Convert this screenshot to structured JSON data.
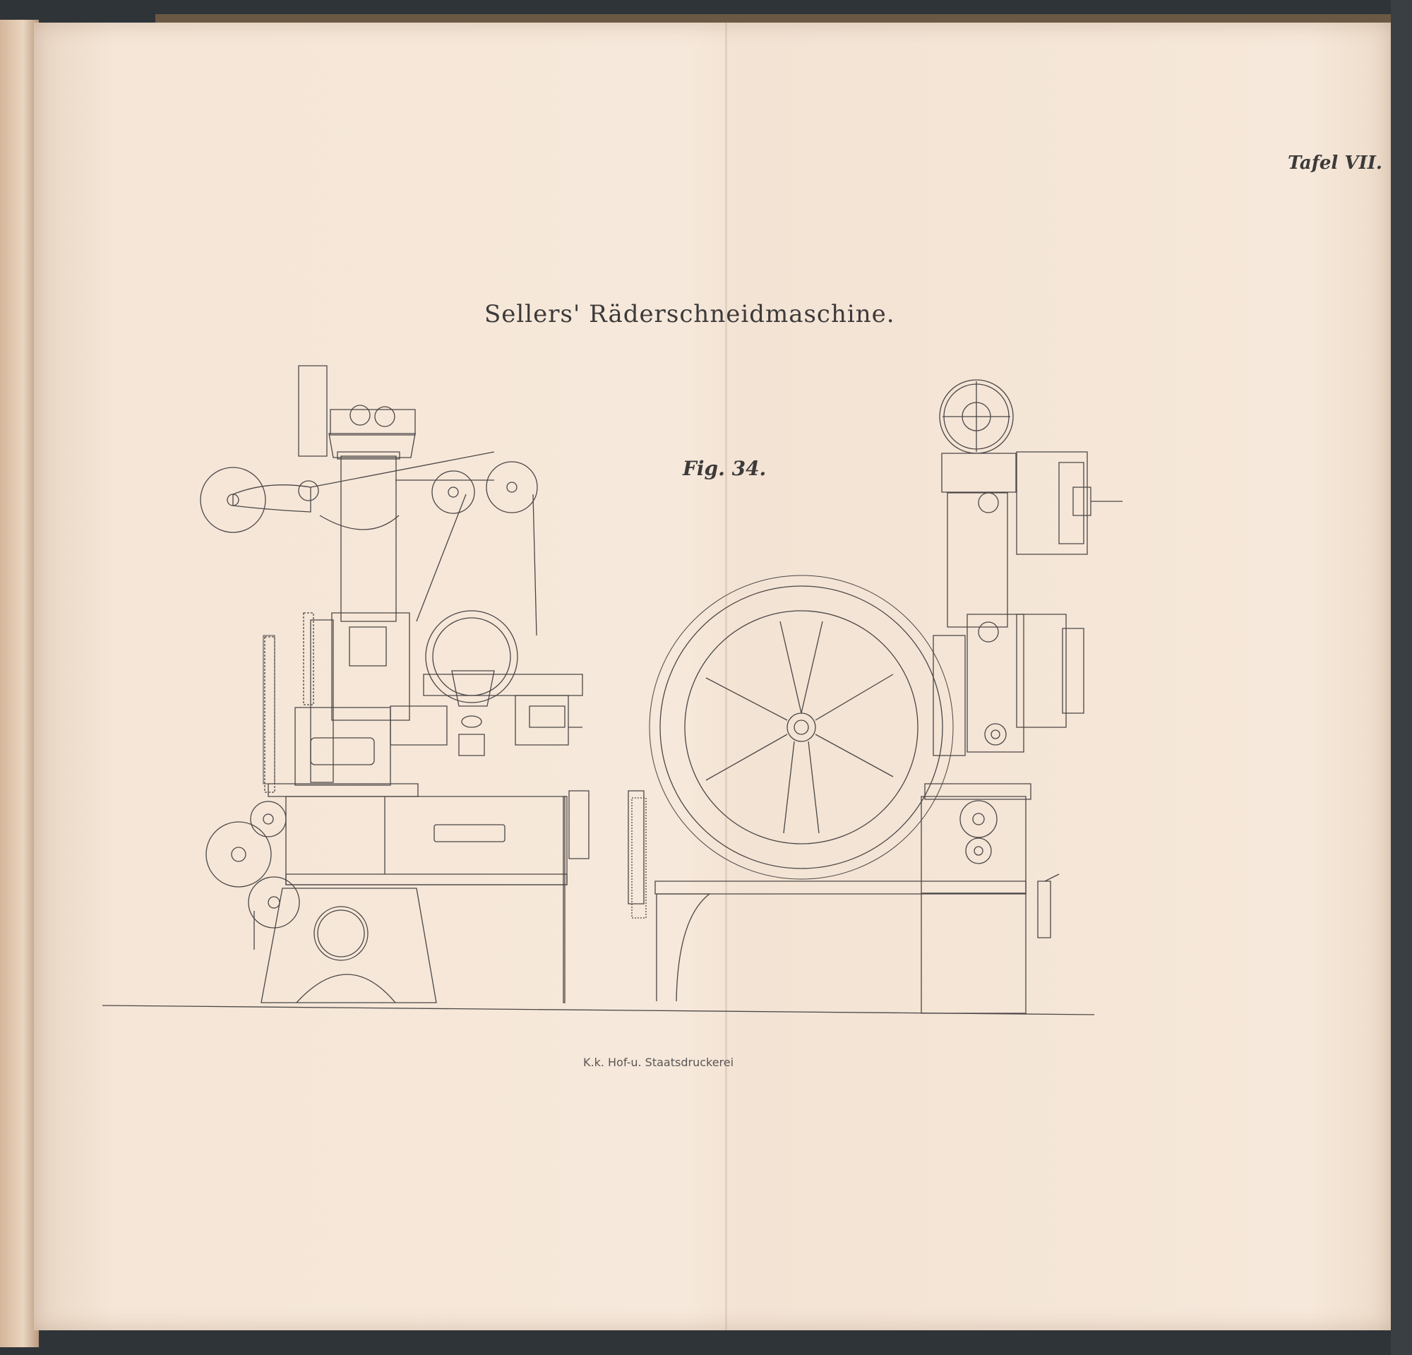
{
  "plate": {
    "label": "Tafel VII."
  },
  "title": "Sellers' Räderschneidmaschine.",
  "figure": {
    "label": "Fig. 34."
  },
  "printer": "K.k. Hof-u. Staatsdruckerei"
}
